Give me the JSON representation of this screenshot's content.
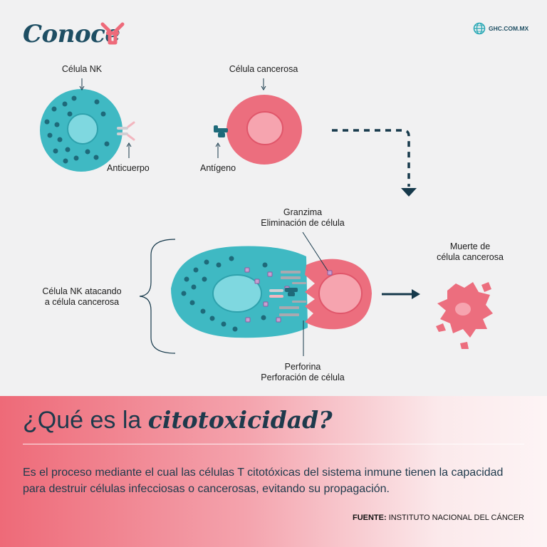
{
  "header": {
    "logo_text": "Conoce",
    "website": "GHC.COM.MX",
    "logo_icon": "pink-mascot-icon",
    "site_icon": "globe-icon"
  },
  "diagram": {
    "labels": {
      "nk_cell": "Célula NK",
      "cancer_cell": "Célula cancerosa",
      "antibody": "Anticuerpo",
      "antigen": "Antígeno",
      "granzyme_title": "Granzima",
      "granzyme_desc": "Eliminación de célula",
      "attack_line1": "Célula NK atacando",
      "attack_line2": "a célula cancerosa",
      "perforin_title": "Perforina",
      "perforin_desc": "Perforación de célula",
      "death_line1": "Muerte de",
      "death_line2": "célula cancerosa"
    },
    "colors": {
      "nk_cell": "#3fb9c3",
      "nucleus": "#7fd8e0",
      "cancer_cell": "#ec6e7e",
      "cancer_nucleus": "#f6a4af",
      "dots": "#1e6a7a",
      "arrows": "#16394b"
    }
  },
  "info": {
    "title_plain": "¿Qué es la ",
    "title_emphasis": "citotoxicidad?",
    "description": "Es el proceso mediante el cual las células T citotóxicas del sistema inmune tienen la capacidad para destruir células infecciosas o cancerosas, evitando su propagación.",
    "source_label": "FUENTE:",
    "source_value": " INSTITUTO NACIONAL DEL CÁNCER"
  }
}
